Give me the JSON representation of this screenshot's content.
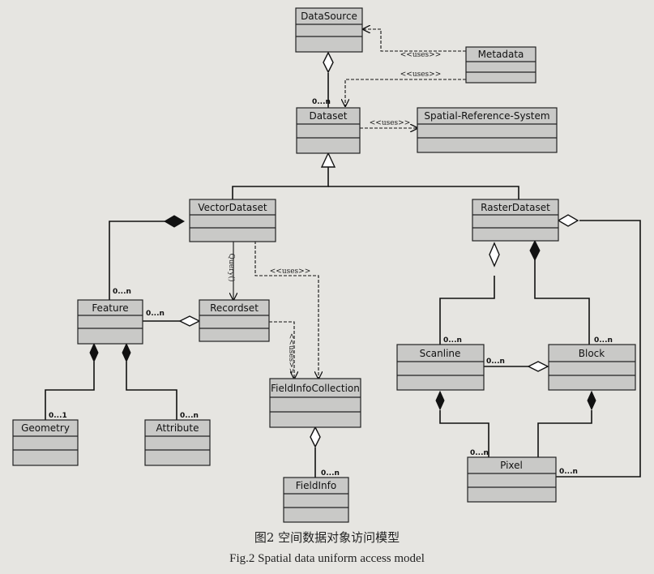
{
  "diagram": {
    "classes": {
      "datasource": "DataSource",
      "metadata": "Metadata",
      "dataset": "Dataset",
      "srs": "Spatial-Reference-System",
      "vectordataset": "VectorDataset",
      "rasterdataset": "RasterDataset",
      "feature": "Feature",
      "recordset": "Recordset",
      "fieldinfocollection": "FieldInfoCollection",
      "fieldinfo": "FieldInfo",
      "geometry": "Geometry",
      "attribute": "Attribute",
      "scanline": "Scanline",
      "block": "Block",
      "pixel": "Pixel"
    },
    "labels": {
      "uses": "<<uses>>",
      "query": "Query()",
      "m_0n": "0...n",
      "m_01": "0...1"
    },
    "colors": {
      "class_fill": "#c9c9c7",
      "line": "#111111"
    }
  },
  "caption": {
    "cn": "图2  空间数据对象访问模型",
    "en": "Fig.2  Spatial data uniform access model"
  }
}
